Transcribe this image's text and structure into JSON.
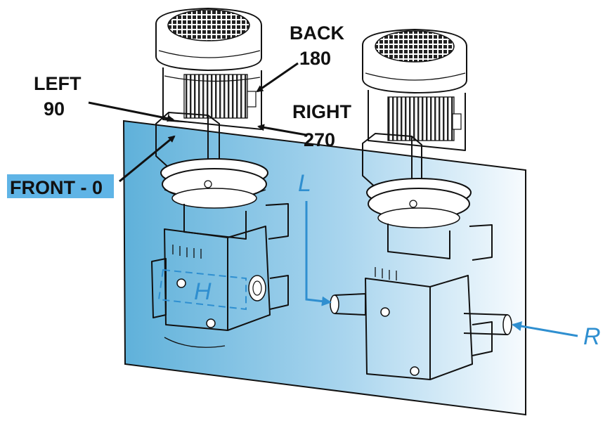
{
  "labels": {
    "back": "BACK",
    "back_angle": "180",
    "left": "LEFT",
    "left_angle": "90",
    "right": "RIGHT",
    "right_angle": "270",
    "front": "FRONT - 0",
    "shaft_left": "L",
    "shaft_right": "R",
    "shaft_hollow": "H"
  },
  "colors": {
    "panel_dark": "#6ab8de",
    "panel_light": "#f4f9fd",
    "accent_blue": "#2f8fd0",
    "front_highlight": "#5fb4e6",
    "ink": "#111111"
  }
}
